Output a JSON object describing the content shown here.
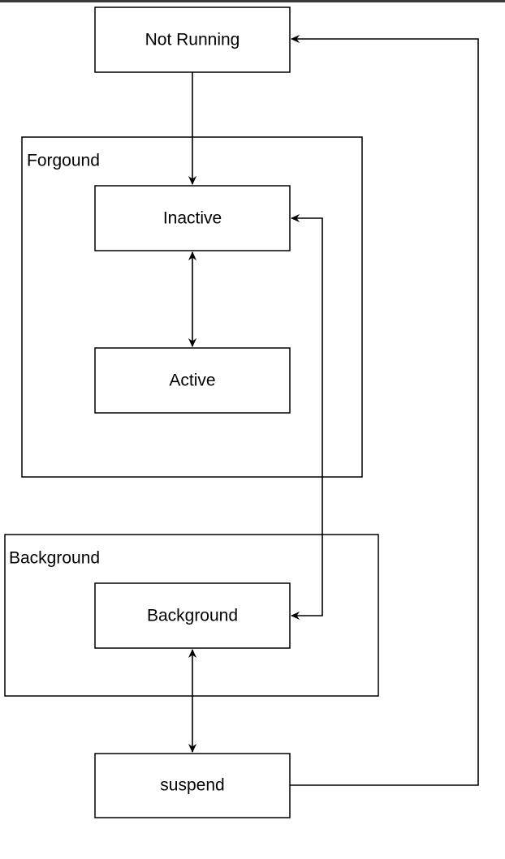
{
  "diagram": {
    "groups": {
      "foreground": {
        "label": "Forgound"
      },
      "background": {
        "label": "Background"
      }
    },
    "nodes": {
      "not_running": {
        "label": "Not Running"
      },
      "inactive": {
        "label": "Inactive"
      },
      "active": {
        "label": "Active"
      },
      "background": {
        "label": "Background"
      },
      "suspend": {
        "label": "suspend"
      }
    },
    "edges": [
      {
        "from": "Not Running",
        "to": "Inactive",
        "direction": "one-way"
      },
      {
        "from": "Inactive",
        "to": "Active",
        "direction": "two-way"
      },
      {
        "from": "Background",
        "to": "Inactive",
        "direction": "two-way"
      },
      {
        "from": "Background",
        "to": "suspend",
        "direction": "two-way"
      },
      {
        "from": "suspend",
        "to": "Not Running",
        "direction": "one-way"
      }
    ],
    "colors": {
      "stroke": "#000000",
      "fill": "#ffffff"
    }
  }
}
